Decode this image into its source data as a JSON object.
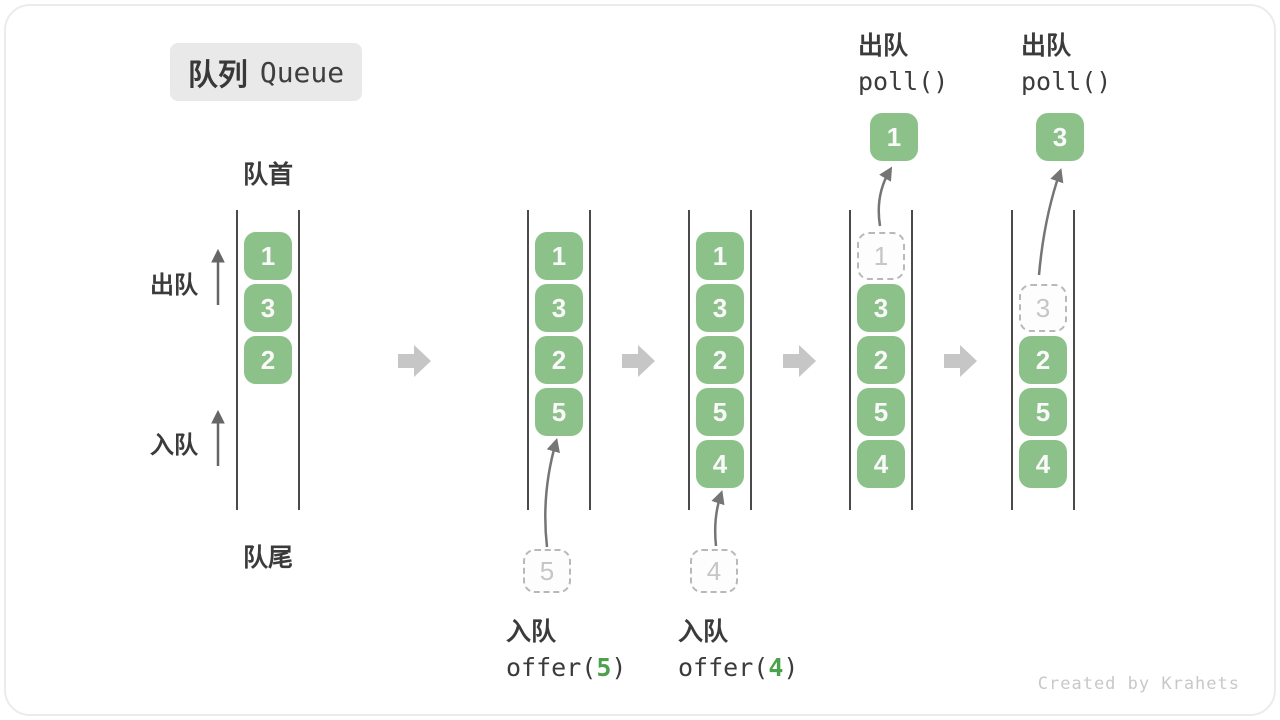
{
  "badge": {
    "title_zh": "队列",
    "title_en": "Queue"
  },
  "queue_labels": {
    "front": "队首",
    "rear": "队尾",
    "dequeue": "出队",
    "enqueue": "入队"
  },
  "states": [
    {
      "cells": [
        "1",
        "3",
        "2"
      ]
    },
    {
      "cells": [
        "1",
        "3",
        "2",
        "5"
      ],
      "incoming_value": "5",
      "op": {
        "zh": "入队",
        "code_fn": "offer(",
        "code_arg": "5",
        "code_close": ")"
      }
    },
    {
      "cells": [
        "1",
        "3",
        "2",
        "5",
        "4"
      ],
      "incoming_value": "4",
      "op": {
        "zh": "入队",
        "code_fn": "offer(",
        "code_arg": "4",
        "code_close": ")"
      }
    },
    {
      "cells": [
        "1",
        "3",
        "2",
        "5",
        "4"
      ],
      "out_value": "1",
      "op": {
        "zh": "出队",
        "code": "poll()"
      }
    },
    {
      "cells": [
        "3",
        "2",
        "5",
        "4"
      ],
      "out_value": "3",
      "op": {
        "zh": "出队",
        "code": "poll()"
      }
    }
  ],
  "credit": "Created by Krahets",
  "colors": {
    "box_green": "#8cc18a",
    "accent_green": "#4da04d",
    "badge_bg": "#e9e9e9",
    "text_dark": "#3b3b3b",
    "channel_line": "#4a4a4a",
    "block_arrow_gray": "#c6c6c6",
    "flow_arrow_gray": "#757575",
    "dashed_gray": "#b8b8b8",
    "credit_gray": "#c8c8c8"
  }
}
